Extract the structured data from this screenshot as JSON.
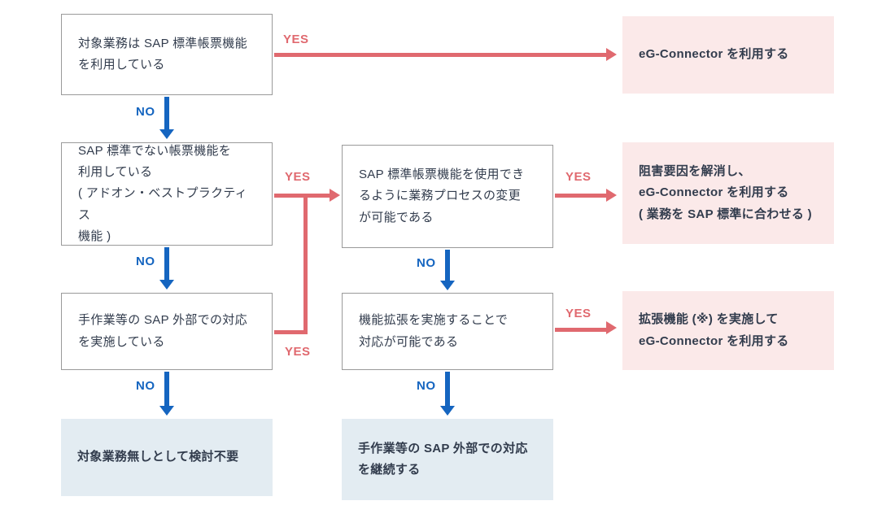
{
  "diagram": {
    "labels": {
      "yes": "YES",
      "no": "NO"
    },
    "nodes": {
      "start": "対象業務は SAP 標準帳票機能\nを利用している",
      "nonstandard_forms": "SAP 標準でない帳票機能を\n利用している\n( アドオン・ベストプラクティス\n機能 )",
      "manual_response": "手作業等の SAP 外部での対応\nを実施している",
      "process_change": "SAP 標準帳票機能を使用でき\nるように業務プロセスの変更\nが可能である",
      "feature_extension": "機能拡張を実施することで\n対応が可能である"
    },
    "results": {
      "use_connector": "eG-Connector を利用する",
      "resolve_and_use": "阻害要因を解消し、\neG-Connector を利用する\n( 業務を SAP 標準に合わせる )",
      "extend_and_use": "拡張機能 (※) を実施して\neG-Connector を利用する",
      "no_target": "対象業務無しとして検討不要",
      "continue_manual": "手作業等の SAP 外部での対応\nを継続する"
    },
    "colors": {
      "yes_arrow": "#e0696f",
      "no_arrow": "#1565c0",
      "pink_box_bg": "#fbe9e9",
      "blue_box_bg": "#e3ecf2",
      "box_border": "#9a9a9a",
      "text": "#323c4d"
    }
  }
}
